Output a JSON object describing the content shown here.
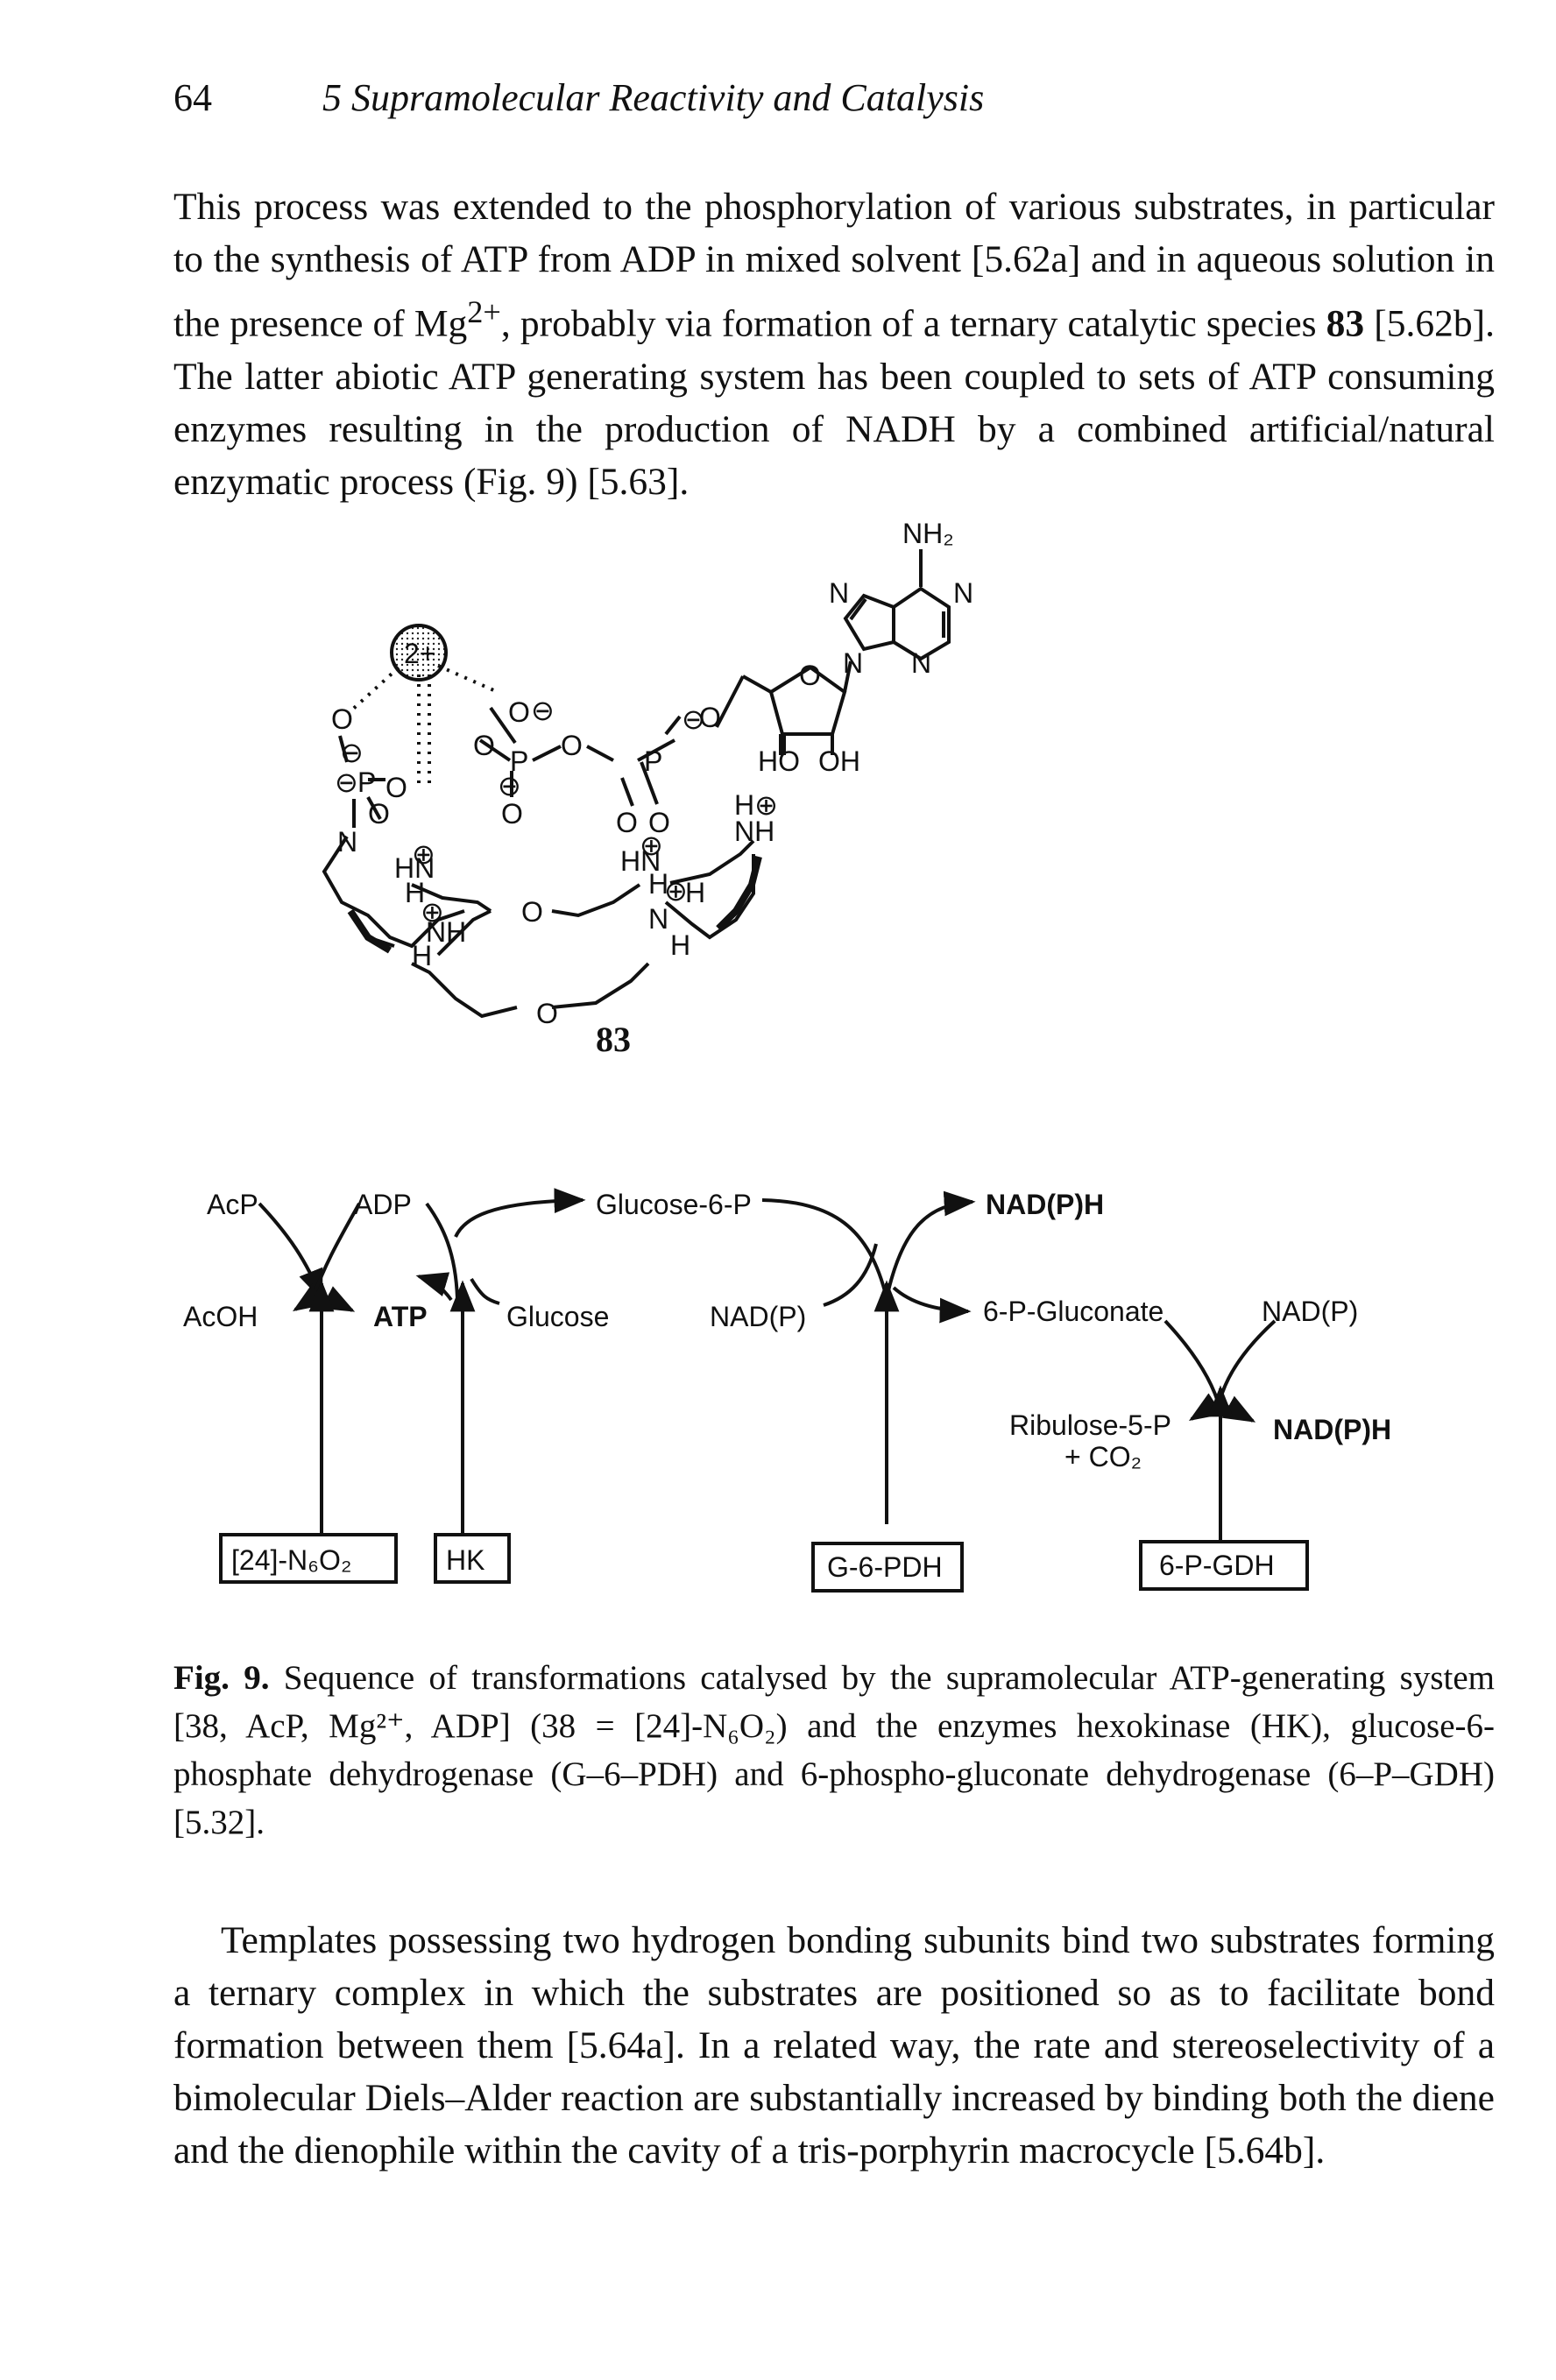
{
  "header": {
    "page_number": "64",
    "running_title": "5 Supramolecular Reactivity and Catalysis"
  },
  "paragraph1": {
    "part1": "This process was extended to the phosphorylation of various substrates, in particular to the synthesis of ATP from ADP in mixed solvent [5.62a] and in aqueous solution in the presence of Mg",
    "sup1": "2+",
    "part2": ", probably via formation of a ternary catalytic species ",
    "bold1": "83",
    "part3": " [5.62b]. The latter abiotic ATP generating system has been coupled to sets of ATP consuming enzymes resulting in the production of NADH by a combined artificial/natural enzymatic process (Fig. 9) [5.63]."
  },
  "structure": {
    "compound_number": "83",
    "metal_label": "2+",
    "labels": {
      "nh2": "NH₂",
      "n": "N",
      "o": "O",
      "p": "P",
      "ho": "HO",
      "oh": "OH",
      "h": "H",
      "hplus": "H⊕",
      "nh": "NH",
      "minus": "⊖",
      "plus": "⊕",
      "hn": "HN",
      "hnplus": "HN⊕"
    }
  },
  "scheme": {
    "acp": "AcP",
    "acoh": "AcOH",
    "adp": "ADP",
    "atp": "ATP",
    "g6p": "Glucose-6-P",
    "glucose": "Glucose",
    "nadph_top": "NAD(P)H",
    "nadp_left": "NAD(P)",
    "gluconate": "6-P-Gluconate",
    "nadp_right": "NAD(P)",
    "ribulose": "Ribulose-5-P",
    "co2": "+ CO₂",
    "nadph_right": "NAD(P)H",
    "enzyme1": "[24]-N₆O₂",
    "enzyme2": "HK",
    "enzyme3": "G-6-PDH",
    "enzyme4": "6-P-GDH"
  },
  "caption": {
    "label": "Fig. 9.",
    "text": "Sequence of transformations catalysed by the supramolecular ATP-generating system [38, AcP, Mg²⁺, ADP] (38 = [24]-N₆O₂) and the enzymes hexokinase (HK), glucose-6-phosphate dehydrogenase (G–6–PDH) and 6-phospho-gluconate dehydrogenase (6–P–GDH) [5.32]."
  },
  "paragraph2": {
    "text": "Templates possessing two hydrogen bonding subunits bind two substrates forming a ternary complex in which the substrates are positioned so as to facilitate bond formation between them [5.64a]. In a related way, the rate and stereoselectivity of a bimolecular Diels–Alder reaction are substantially increased by binding both the diene and the dienophile within the cavity of a tris-porphyrin macrocycle [5.64b]."
  }
}
